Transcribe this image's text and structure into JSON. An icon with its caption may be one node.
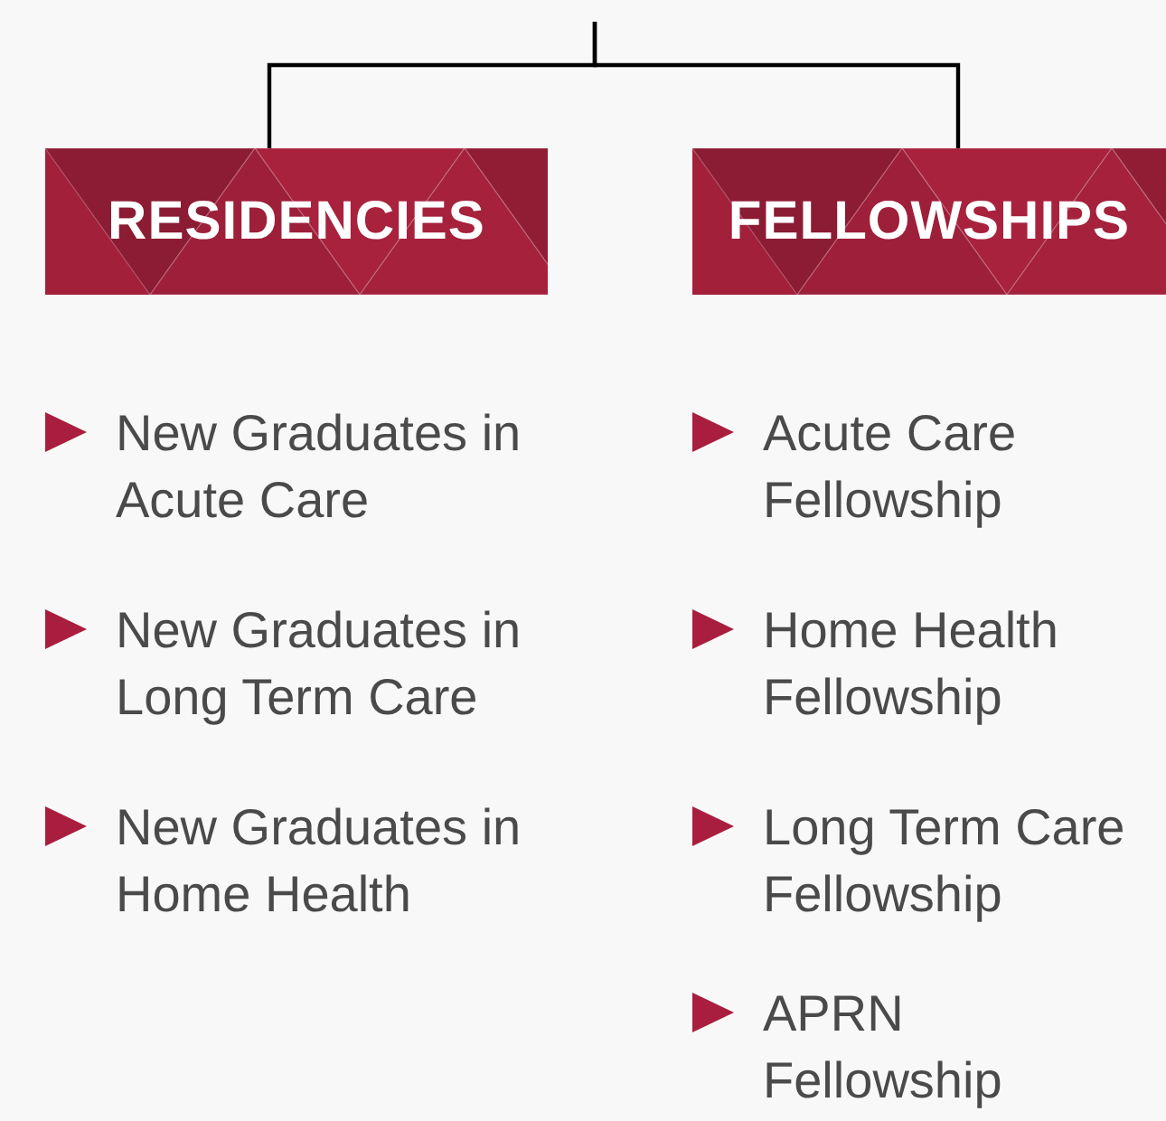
{
  "diagram": {
    "nodes": [
      {
        "text": [
          "RESIDENCIES"
        ]
      },
      {
        "text": [
          "FELLOWSHIPS"
        ]
      }
    ],
    "edges": [
      {
        "from": null,
        "to": 0,
        "arrow": "none"
      },
      {
        "from": null,
        "to": 1,
        "arrow": "none"
      }
    ],
    "labels": [
      "New Graduates in Acute Care",
      "New Graduates in Long Term Care",
      "New Graduates in Home Health",
      "Acute Care Fellowship",
      "Home Health Fellowship",
      "Long Term Care Fellowship",
      "APRN Fellowship"
    ]
  }
}
